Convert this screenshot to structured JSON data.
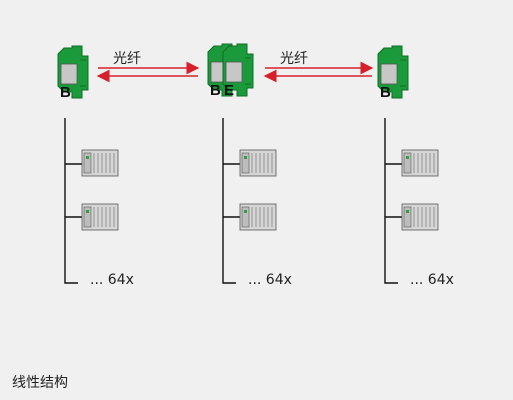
{
  "link_label": "光纤",
  "bus_count_label": "... 64x",
  "caption": "线性结构",
  "module_letters": {
    "b": "B",
    "e": "E"
  },
  "colors": {
    "background": "#f0f0f0",
    "module_green": "#1a9a3a",
    "module_green_dark": "#0f6e28",
    "module_grey": "#c7c7c7",
    "fiber_red": "#d6202a",
    "bus_line": "#111111",
    "device_grey": "#cfcfcf"
  },
  "nodes": [
    {
      "id": "left",
      "letters": "B"
    },
    {
      "id": "middle",
      "letters": "BE"
    },
    {
      "id": "right",
      "letters": "B"
    }
  ],
  "links": [
    {
      "from": "left",
      "to": "middle",
      "label": "光纤"
    },
    {
      "from": "middle",
      "to": "right",
      "label": "光纤"
    }
  ]
}
